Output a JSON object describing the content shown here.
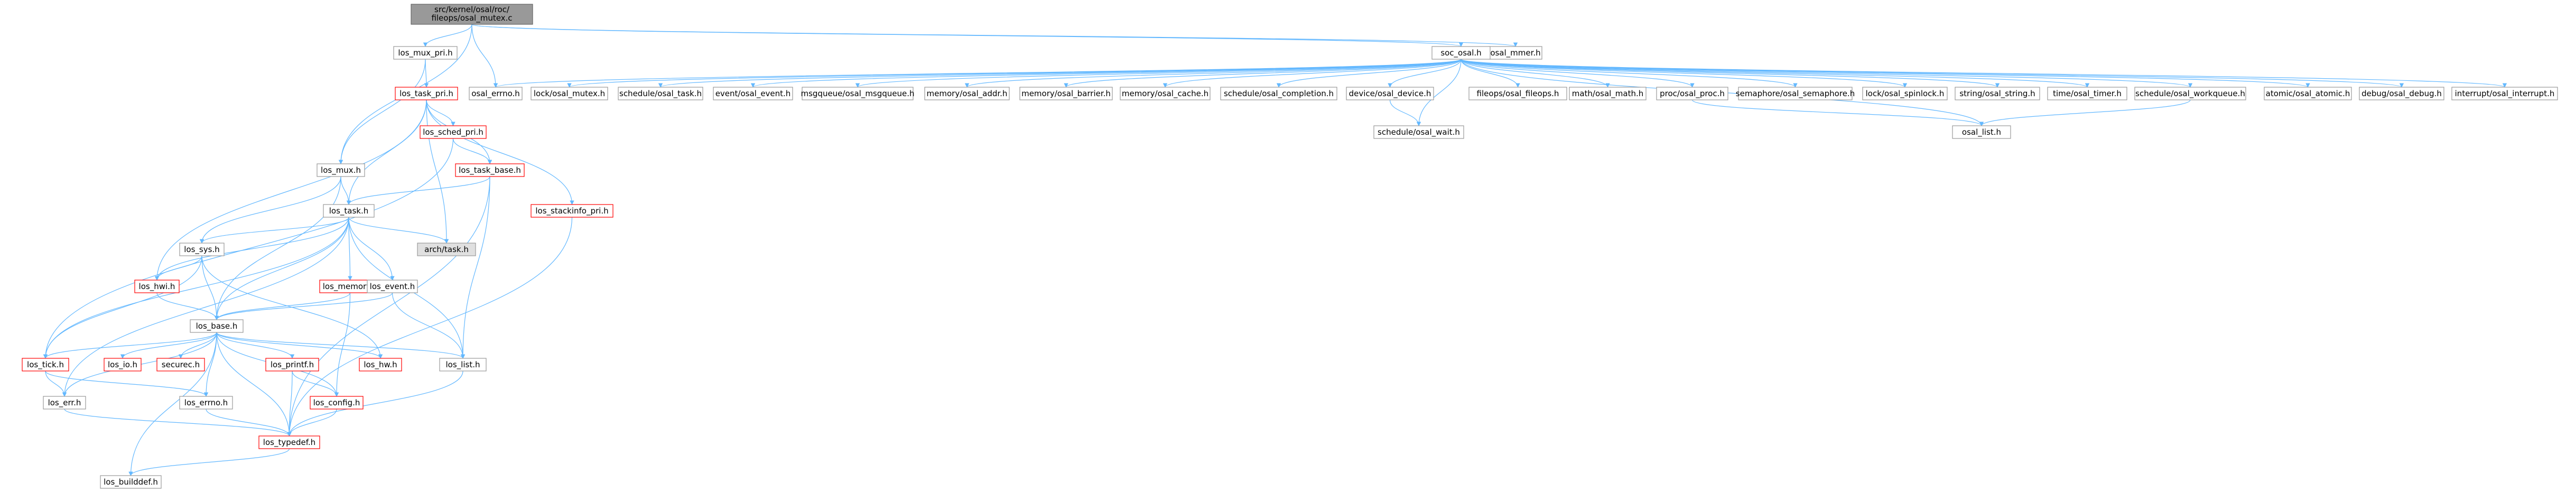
{
  "colors": {
    "edge": "#63b8ff",
    "node_fill": "#ffffff",
    "node_border_normal": "#999999",
    "node_border_red": "#ff0000",
    "root_fill": "#999999",
    "root_border": "#666666",
    "gray_fill": "#e0e0e0",
    "text": "#000000"
  },
  "nodes": [
    {
      "id": "root",
      "label": "src/kernel/osal/roc/",
      "label2": "fileops/osal_mutex.c",
      "style": "root"
    },
    {
      "id": "los_mux_pri",
      "label": "los_mux_pri.h",
      "style": "normal"
    },
    {
      "id": "osal_mmer",
      "label": "osal_mmer.h",
      "style": "normal"
    },
    {
      "id": "soc_osal",
      "label": "soc_osal.h",
      "style": "normal"
    },
    {
      "id": "los_task_pri",
      "label": "los_task_pri.h",
      "style": "red"
    },
    {
      "id": "osal_errno",
      "label": "osal_errno.h",
      "style": "normal"
    },
    {
      "id": "lock_mutex",
      "label": "lock/osal_mutex.h",
      "style": "normal"
    },
    {
      "id": "sched_task",
      "label": "schedule/osal_task.h",
      "style": "normal"
    },
    {
      "id": "event_event",
      "label": "event/osal_event.h",
      "style": "normal"
    },
    {
      "id": "msgqueue",
      "label": "msgqueue/osal_msgqueue.h",
      "style": "normal"
    },
    {
      "id": "mem_addr",
      "label": "memory/osal_addr.h",
      "style": "normal"
    },
    {
      "id": "mem_barrier",
      "label": "memory/osal_barrier.h",
      "style": "normal"
    },
    {
      "id": "mem_cache",
      "label": "memory/osal_cache.h",
      "style": "normal"
    },
    {
      "id": "sched_completion",
      "label": "schedule/osal_completion.h",
      "style": "normal"
    },
    {
      "id": "dev_device",
      "label": "device/osal_device.h",
      "style": "normal"
    },
    {
      "id": "fileops",
      "label": "fileops/osal_fileops.h",
      "style": "normal"
    },
    {
      "id": "math_math",
      "label": "math/osal_math.h",
      "style": "normal"
    },
    {
      "id": "proc_proc",
      "label": "proc/osal_proc.h",
      "style": "normal"
    },
    {
      "id": "sem_sem",
      "label": "semaphore/osal_semaphore.h",
      "style": "normal"
    },
    {
      "id": "lock_spinlock",
      "label": "lock/osal_spinlock.h",
      "style": "normal"
    },
    {
      "id": "string_string",
      "label": "string/osal_string.h",
      "style": "normal"
    },
    {
      "id": "time_timer",
      "label": "time/osal_timer.h",
      "style": "normal"
    },
    {
      "id": "sched_workqueue",
      "label": "schedule/osal_workqueue.h",
      "style": "normal"
    },
    {
      "id": "atomic_atomic",
      "label": "atomic/osal_atomic.h",
      "style": "normal"
    },
    {
      "id": "debug_debug",
      "label": "debug/osal_debug.h",
      "style": "normal"
    },
    {
      "id": "intr_interrupt",
      "label": "interrupt/osal_interrupt.h",
      "style": "normal"
    },
    {
      "id": "los_sched_pri",
      "label": "los_sched_pri.h",
      "style": "red"
    },
    {
      "id": "sched_wait",
      "label": "schedule/osal_wait.h",
      "style": "normal"
    },
    {
      "id": "osal_list",
      "label": "osal_list.h",
      "style": "normal"
    },
    {
      "id": "los_mux",
      "label": "los_mux.h",
      "style": "normal"
    },
    {
      "id": "los_task_base",
      "label": "los_task_base.h",
      "style": "red"
    },
    {
      "id": "los_stackinfo_pri",
      "label": "los_stackinfo_pri.h",
      "style": "red"
    },
    {
      "id": "los_task",
      "label": "los_task.h",
      "style": "normal"
    },
    {
      "id": "arch_task",
      "label": "arch/task.h",
      "style": "gray"
    },
    {
      "id": "los_sys",
      "label": "los_sys.h",
      "style": "normal"
    },
    {
      "id": "los_memory",
      "label": "los_memory.h",
      "style": "red"
    },
    {
      "id": "los_event",
      "label": "los_event.h",
      "style": "normal"
    },
    {
      "id": "los_hwi",
      "label": "los_hwi.h",
      "style": "red"
    },
    {
      "id": "los_base",
      "label": "los_base.h",
      "style": "normal"
    },
    {
      "id": "los_tick",
      "label": "los_tick.h",
      "style": "red"
    },
    {
      "id": "los_io",
      "label": "los_io.h",
      "style": "red"
    },
    {
      "id": "securec",
      "label": "securec.h",
      "style": "red"
    },
    {
      "id": "los_printf",
      "label": "los_printf.h",
      "style": "red"
    },
    {
      "id": "los_hw",
      "label": "los_hw.h",
      "style": "red"
    },
    {
      "id": "los_list",
      "label": "los_list.h",
      "style": "normal"
    },
    {
      "id": "los_err",
      "label": "los_err.h",
      "style": "normal"
    },
    {
      "id": "los_errno",
      "label": "los_errno.h",
      "style": "normal"
    },
    {
      "id": "los_config",
      "label": "los_config.h",
      "style": "red"
    },
    {
      "id": "los_typedef",
      "label": "los_typedef.h",
      "style": "red"
    },
    {
      "id": "los_builddef",
      "label": "los_builddef.h",
      "style": "normal"
    }
  ],
  "edges": [
    [
      "root",
      "los_mux_pri"
    ],
    [
      "root",
      "osal_mmer"
    ],
    [
      "root",
      "soc_osal"
    ],
    [
      "root",
      "los_mux"
    ],
    [
      "root",
      "osal_errno"
    ],
    [
      "los_mux_pri",
      "los_task_pri"
    ],
    [
      "los_mux_pri",
      "los_mux"
    ],
    [
      "soc_osal",
      "osal_errno"
    ],
    [
      "soc_osal",
      "lock_mutex"
    ],
    [
      "soc_osal",
      "sched_task"
    ],
    [
      "soc_osal",
      "event_event"
    ],
    [
      "soc_osal",
      "msgqueue"
    ],
    [
      "soc_osal",
      "mem_addr"
    ],
    [
      "soc_osal",
      "mem_barrier"
    ],
    [
      "soc_osal",
      "mem_cache"
    ],
    [
      "soc_osal",
      "sched_completion"
    ],
    [
      "soc_osal",
      "dev_device"
    ],
    [
      "soc_osal",
      "fileops"
    ],
    [
      "soc_osal",
      "math_math"
    ],
    [
      "soc_osal",
      "proc_proc"
    ],
    [
      "soc_osal",
      "sem_sem"
    ],
    [
      "soc_osal",
      "lock_spinlock"
    ],
    [
      "soc_osal",
      "string_string"
    ],
    [
      "soc_osal",
      "time_timer"
    ],
    [
      "soc_osal",
      "sched_workqueue"
    ],
    [
      "soc_osal",
      "atomic_atomic"
    ],
    [
      "soc_osal",
      "debug_debug"
    ],
    [
      "soc_osal",
      "intr_interrupt"
    ],
    [
      "soc_osal",
      "sched_wait"
    ],
    [
      "soc_osal",
      "osal_list"
    ],
    [
      "dev_device",
      "sched_wait"
    ],
    [
      "proc_proc",
      "osal_list"
    ],
    [
      "sched_workqueue",
      "osal_list"
    ],
    [
      "los_task_pri",
      "los_sched_pri"
    ],
    [
      "los_task_pri",
      "los_task_base"
    ],
    [
      "los_task_pri",
      "los_stackinfo_pri"
    ],
    [
      "los_task_pri",
      "los_task"
    ],
    [
      "los_task_pri",
      "arch_task"
    ],
    [
      "los_task_pri",
      "los_hwi"
    ],
    [
      "los_sched_pri",
      "los_task_base"
    ],
    [
      "los_sched_pri",
      "los_tick"
    ],
    [
      "los_mux",
      "los_task"
    ],
    [
      "los_mux",
      "los_sys"
    ],
    [
      "los_mux",
      "los_base"
    ],
    [
      "los_task_base",
      "los_task"
    ],
    [
      "los_task_base",
      "los_list"
    ],
    [
      "los_task_base",
      "los_typedef"
    ],
    [
      "los_stackinfo_pri",
      "los_typedef"
    ],
    [
      "los_task",
      "arch_task"
    ],
    [
      "los_task",
      "los_sys"
    ],
    [
      "los_task",
      "los_memory"
    ],
    [
      "los_task",
      "los_event"
    ],
    [
      "los_task",
      "los_hwi"
    ],
    [
      "los_task",
      "los_base"
    ],
    [
      "los_task",
      "los_tick"
    ],
    [
      "los_task",
      "los_list"
    ],
    [
      "los_task",
      "los_err"
    ],
    [
      "los_sys",
      "los_hwi"
    ],
    [
      "los_sys",
      "los_base"
    ],
    [
      "los_sys",
      "los_tick"
    ],
    [
      "los_sys",
      "los_hw"
    ],
    [
      "los_memory",
      "los_base"
    ],
    [
      "los_memory",
      "los_config"
    ],
    [
      "los_event",
      "los_base"
    ],
    [
      "los_event",
      "los_list"
    ],
    [
      "los_hwi",
      "los_base"
    ],
    [
      "los_base",
      "los_tick"
    ],
    [
      "los_base",
      "los_io"
    ],
    [
      "los_base",
      "securec"
    ],
    [
      "los_base",
      "los_printf"
    ],
    [
      "los_base",
      "los_hw"
    ],
    [
      "los_base",
      "los_list"
    ],
    [
      "los_base",
      "los_err"
    ],
    [
      "los_base",
      "los_errno"
    ],
    [
      "los_base",
      "los_config"
    ],
    [
      "los_base",
      "los_typedef"
    ],
    [
      "los_base",
      "los_builddef"
    ],
    [
      "los_tick",
      "los_err"
    ],
    [
      "los_tick",
      "los_errno"
    ],
    [
      "los_printf",
      "los_config"
    ],
    [
      "los_printf",
      "los_typedef"
    ],
    [
      "los_list",
      "los_typedef"
    ],
    [
      "los_err",
      "los_typedef"
    ],
    [
      "los_errno",
      "los_typedef"
    ],
    [
      "los_config",
      "los_typedef"
    ],
    [
      "los_typedef",
      "los_builddef"
    ]
  ]
}
